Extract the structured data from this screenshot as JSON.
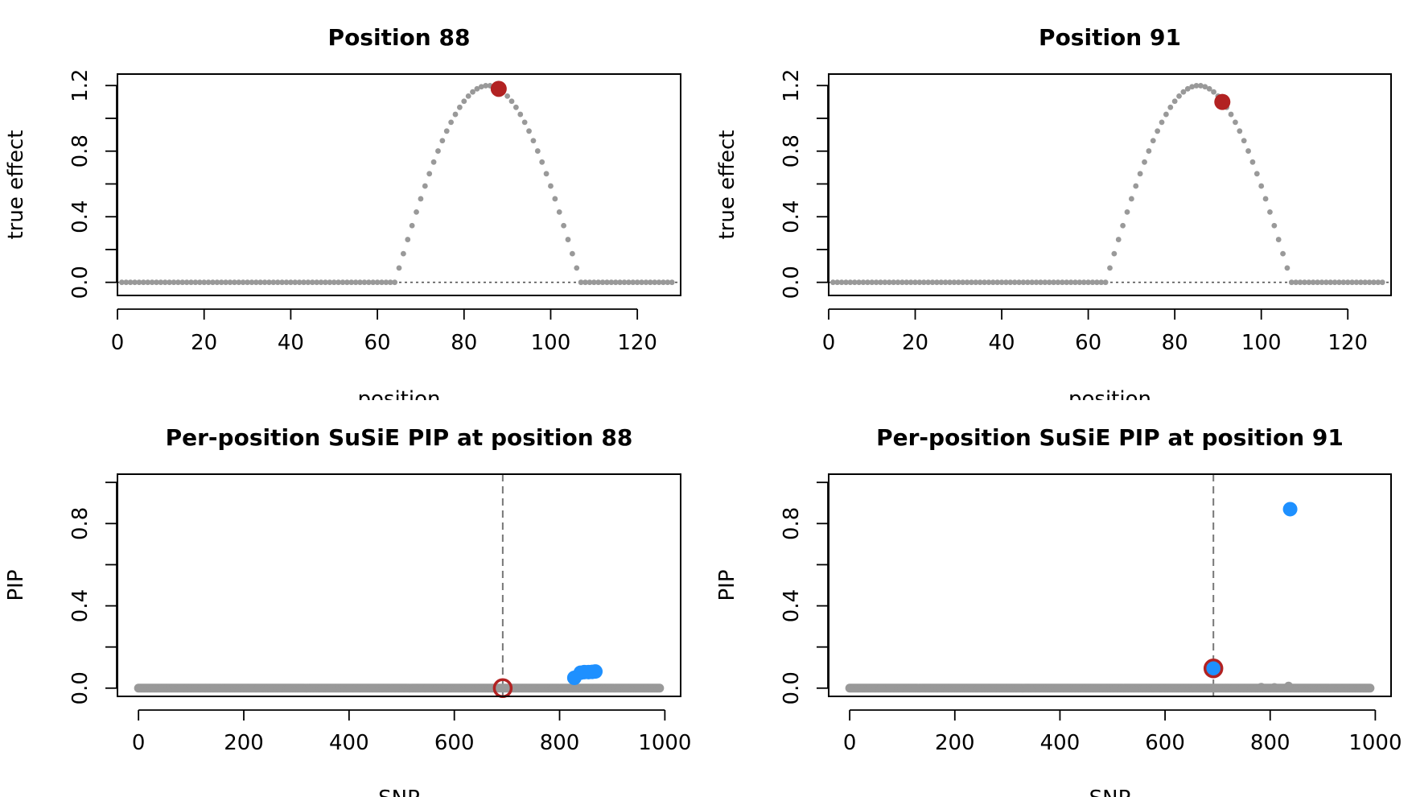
{
  "panels": [
    {
      "title": "Position 88",
      "xlabel": "position",
      "ylabel": "true effect",
      "xticks": [
        "0",
        "20",
        "40",
        "60",
        "80",
        "100",
        "120"
      ],
      "yticks": [
        "0.0",
        "0.4",
        "0.8",
        "1.2"
      ]
    },
    {
      "title": "Position 91",
      "xlabel": "position",
      "ylabel": "true effect",
      "xticks": [
        "0",
        "20",
        "40",
        "60",
        "80",
        "100",
        "120"
      ],
      "yticks": [
        "0.0",
        "0.4",
        "0.8",
        "1.2"
      ]
    },
    {
      "title": "Per-position SuSiE PIP at position 88",
      "xlabel": "SNP",
      "ylabel": "PIP",
      "xticks": [
        "0",
        "200",
        "400",
        "600",
        "800",
        "1000"
      ],
      "yticks": [
        "0.0",
        "0.4",
        "0.8"
      ]
    },
    {
      "title": "Per-position SuSiE PIP at position 91",
      "xlabel": "SNP",
      "ylabel": "PIP",
      "xticks": [
        "0",
        "200",
        "400",
        "600",
        "800",
        "1000"
      ],
      "yticks": [
        "0.0",
        "0.4",
        "0.8"
      ]
    }
  ],
  "chart_data": [
    {
      "type": "scatter",
      "title": "Position 88",
      "xlabel": "position",
      "ylabel": "true effect",
      "xlim": [
        0,
        130
      ],
      "ylim": [
        -0.08,
        1.27
      ],
      "xticks": [
        0,
        20,
        40,
        60,
        80,
        100,
        120
      ],
      "yticks": [
        0,
        0.4,
        0.8,
        1.2
      ],
      "reference_line": {
        "y": 0,
        "style": "dotted"
      },
      "series": [
        {
          "role": "effect_curve",
          "color": "#999999",
          "x_start": 1,
          "x_end": 128,
          "nonzero_range": [
            64,
            107
          ],
          "peak": 1.2,
          "peak_at": 85.5
        },
        {
          "role": "highlight",
          "color": "#B22222",
          "x": [
            88
          ],
          "y": [
            1.18
          ]
        }
      ]
    },
    {
      "type": "scatter",
      "title": "Position 91",
      "xlabel": "position",
      "ylabel": "true effect",
      "xlim": [
        0,
        130
      ],
      "ylim": [
        -0.08,
        1.27
      ],
      "xticks": [
        0,
        20,
        40,
        60,
        80,
        100,
        120
      ],
      "yticks": [
        0,
        0.4,
        0.8,
        1.2
      ],
      "reference_line": {
        "y": 0,
        "style": "dotted"
      },
      "series": [
        {
          "role": "effect_curve",
          "color": "#999999",
          "x_start": 1,
          "x_end": 128,
          "nonzero_range": [
            64,
            107
          ],
          "peak": 1.2,
          "peak_at": 85.5
        },
        {
          "role": "highlight",
          "color": "#B22222",
          "x": [
            91
          ],
          "y": [
            1.1
          ]
        }
      ]
    },
    {
      "type": "scatter",
      "title": "Per-position SuSiE PIP at position 88",
      "xlabel": "SNP",
      "ylabel": "PIP",
      "xlim": [
        -40,
        1030
      ],
      "ylim": [
        -0.04,
        1.04
      ],
      "xticks": [
        0,
        200,
        400,
        600,
        800,
        1000
      ],
      "yticks": [
        0,
        0.4,
        0.8
      ],
      "reference_line": {
        "x": 692,
        "style": "dashed"
      },
      "series": [
        {
          "role": "baseline",
          "color": "#999999",
          "x_start": 0,
          "x_end": 992,
          "y": 0
        },
        {
          "role": "credible_set",
          "color": "#1E90FF",
          "x": [
            828,
            840,
            847,
            855,
            862,
            868
          ],
          "y": [
            0.05,
            0.075,
            0.078,
            0.078,
            0.079,
            0.081
          ]
        },
        {
          "role": "true_position",
          "color": "#B22222",
          "x": [
            692
          ],
          "y": [
            0.0
          ]
        }
      ]
    },
    {
      "type": "scatter",
      "title": "Per-position SuSiE PIP at position 91",
      "xlabel": "SNP",
      "ylabel": "PIP",
      "xlim": [
        -40,
        1030
      ],
      "ylim": [
        -0.04,
        1.04
      ],
      "xticks": [
        0,
        200,
        400,
        600,
        800,
        1000
      ],
      "yticks": [
        0,
        0.4,
        0.8
      ],
      "reference_line": {
        "x": 692,
        "style": "dashed"
      },
      "series": [
        {
          "role": "baseline",
          "color": "#999999",
          "x_start": 0,
          "x_end": 992,
          "y": 0
        },
        {
          "role": "small_peaks",
          "color": "#999999",
          "x": [
            783,
            808,
            835
          ],
          "y": [
            0.004,
            0.003,
            0.01
          ]
        },
        {
          "role": "credible_set",
          "color": "#1E90FF",
          "x": [
            692,
            838
          ],
          "y": [
            0.096,
            0.87
          ]
        },
        {
          "role": "true_position",
          "color": "#B22222",
          "x": [
            692
          ],
          "y": [
            0.096
          ]
        }
      ]
    }
  ]
}
